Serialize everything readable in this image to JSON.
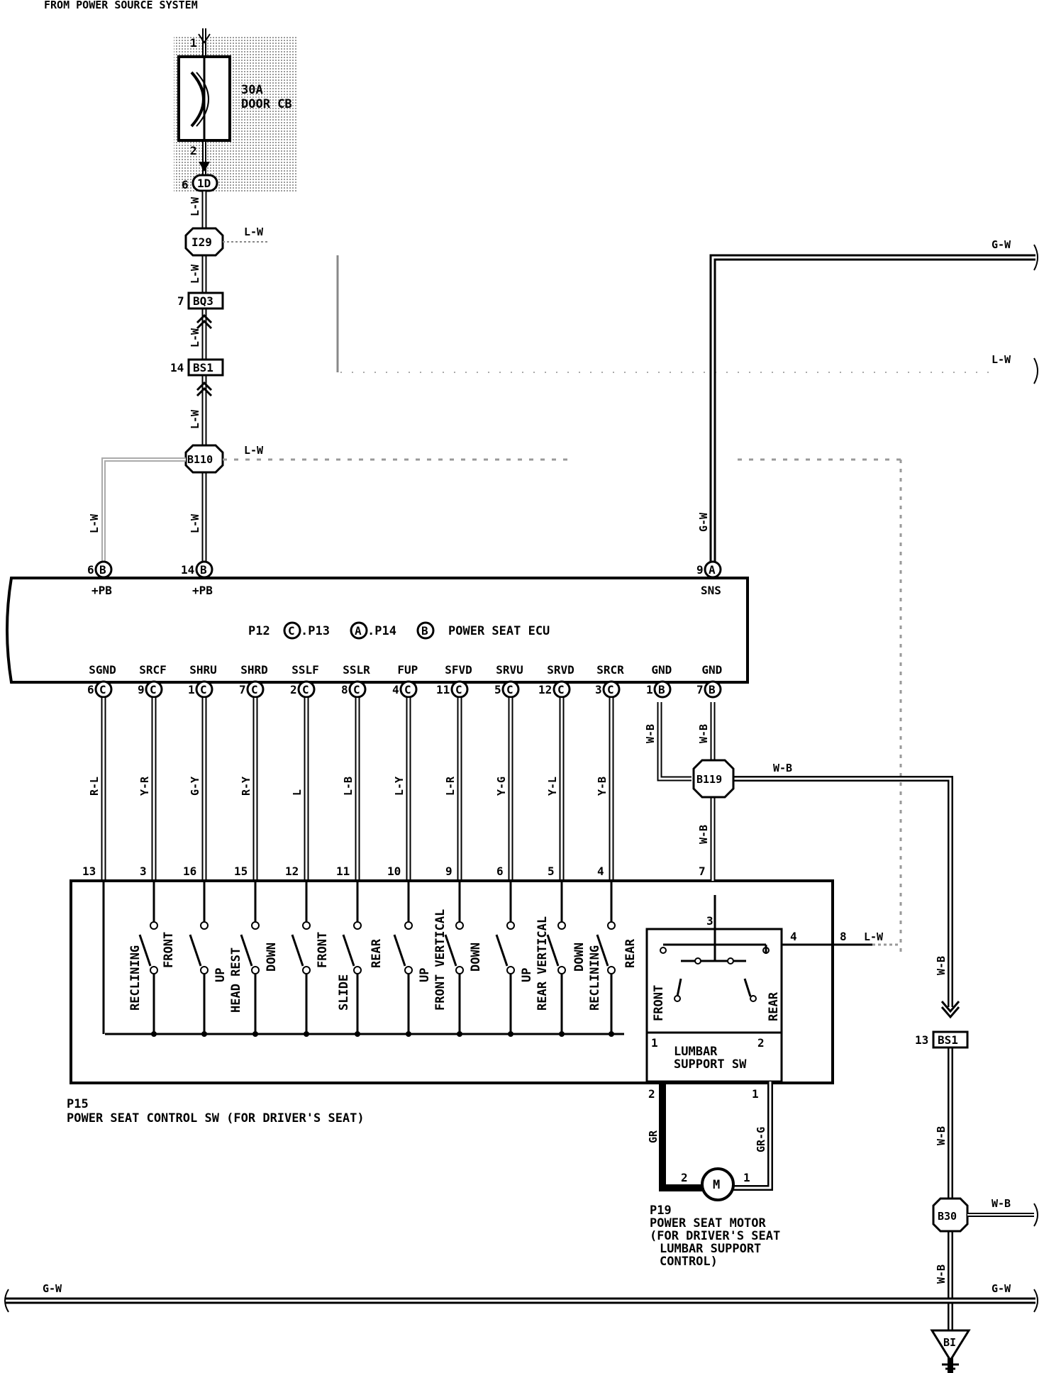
{
  "header": {
    "source": "FROM POWER SOURCE SYSTEM"
  },
  "breaker": {
    "label1": "30A",
    "label2": "DOOR CB",
    "pin_top": "1",
    "pin_bottom": "2"
  },
  "connectors": {
    "c1d": {
      "label": "1D",
      "pin": "6"
    },
    "i29": {
      "label": "I29",
      "side": "L-W"
    },
    "bq3": {
      "label": "BQ3",
      "pin": "7"
    },
    "bs1_top": {
      "label": "BS1",
      "pin": "14"
    },
    "b110": {
      "label": "B110",
      "side": "L-W"
    },
    "b119": {
      "label": "B119",
      "side": "W-B"
    },
    "bs1_right": {
      "label": "BS1",
      "pin": "13"
    },
    "b30": {
      "label": "B30",
      "side": "W-B"
    },
    "bi": {
      "label": "BI"
    }
  },
  "wires": {
    "lw": "L-W",
    "gw": "G-W",
    "wb": "W-B",
    "gr": "GR",
    "grg": "GR-G"
  },
  "ecu": {
    "title_parts": [
      "P12",
      "C",
      ".P13",
      "A",
      ".P14",
      "B",
      "POWER SEAT ECU"
    ],
    "top_pins": [
      {
        "num": "6",
        "letter": "B",
        "name": "+PB",
        "wire": "L-W"
      },
      {
        "num": "14",
        "letter": "B",
        "name": "+PB",
        "wire": "L-W"
      },
      {
        "num": "9",
        "letter": "A",
        "name": "SNS",
        "wire": "G-W"
      }
    ],
    "bottom_pins": [
      {
        "name": "SGND",
        "num": "6",
        "letter": "C",
        "wire": "R-L",
        "sw": "13"
      },
      {
        "name": "SRCF",
        "num": "9",
        "letter": "C",
        "wire": "Y-R",
        "sw": "3"
      },
      {
        "name": "SHRU",
        "num": "1",
        "letter": "C",
        "wire": "G-Y",
        "sw": "16"
      },
      {
        "name": "SHRD",
        "num": "7",
        "letter": "C",
        "wire": "R-Y",
        "sw": "15"
      },
      {
        "name": "SSLF",
        "num": "2",
        "letter": "C",
        "wire": "L",
        "sw": "12"
      },
      {
        "name": "SSLR",
        "num": "8",
        "letter": "C",
        "wire": "L-B",
        "sw": "11"
      },
      {
        "name": "FUP",
        "num": "4",
        "letter": "C",
        "wire": "L-Y",
        "sw": "10"
      },
      {
        "name": "SFVD",
        "num": "11",
        "letter": "C",
        "wire": "L-R",
        "sw": "9"
      },
      {
        "name": "SRVU",
        "num": "5",
        "letter": "C",
        "wire": "Y-G",
        "sw": "6"
      },
      {
        "name": "SRVD",
        "num": "12",
        "letter": "C",
        "wire": "Y-L",
        "sw": "5"
      },
      {
        "name": "SRCR",
        "num": "3",
        "letter": "C",
        "wire": "Y-B",
        "sw": "4"
      },
      {
        "name": "GND",
        "num": "1",
        "letter": "B",
        "wire": "W-B",
        "sw": ""
      },
      {
        "name": "GND",
        "num": "7",
        "letter": "B",
        "wire": "W-B",
        "sw": "7"
      }
    ]
  },
  "switch_labels": {
    "reclining1": "RECLINING",
    "front1": "FRONT",
    "up1": "UP",
    "head_rest": "HEAD REST",
    "down1": "DOWN",
    "front2": "FRONT",
    "slide": "SLIDE",
    "rear1": "REAR",
    "up2": "UP",
    "front_vertical": "FRONT VERTICAL",
    "down2": "DOWN",
    "up3": "UP",
    "rear_vertical": "REAR VERTICAL",
    "down3": "DOWN",
    "reclining2": "RECLINING",
    "rear2": "REAR"
  },
  "p15": {
    "id": "P15",
    "name": "POWER SEAT CONTROL SW (FOR DRIVER'S SEAT)"
  },
  "lumbar": {
    "front": "FRONT",
    "rear": "REAR",
    "line1": "LUMBAR",
    "line2": "SUPPORT SW",
    "pin3": "3",
    "pin4": "4",
    "pin1": "1",
    "pin2": "2",
    "ext_pin": "8"
  },
  "motor": {
    "symbol": "M",
    "id": "P19",
    "lines": [
      "POWER SEAT MOTOR",
      "(FOR DRIVER'S SEAT",
      "LUMBAR SUPPORT",
      "CONTROL)"
    ],
    "pin2": "2",
    "pin1": "1"
  }
}
